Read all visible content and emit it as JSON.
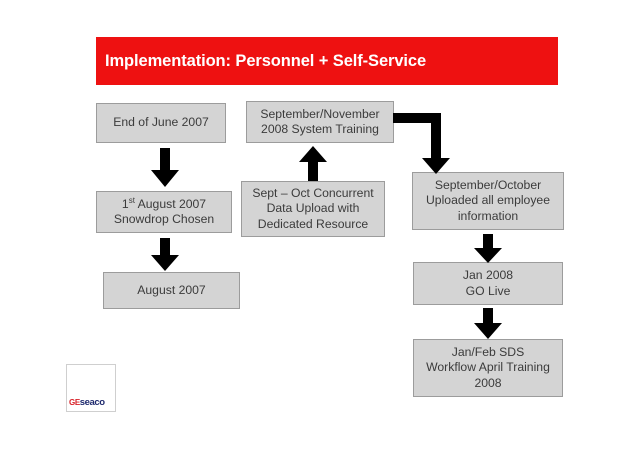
{
  "slide": {
    "background_color": "#ffffff",
    "title": {
      "text": "Implementation: Personnel + Self-Service",
      "banner_color": "#ee1111",
      "text_color": "#ffffff"
    },
    "logo": {
      "prefix": "GE",
      "prefix_color": "#d81f26",
      "name": "seaco",
      "name_color": "#1f2a6e"
    }
  },
  "diagram": {
    "type": "flowchart",
    "box_fill_color": "#d4d4d4",
    "box_border_color": "#9c9c9c",
    "box_text_color": "#3b3b3b",
    "arrow_color": "#000000",
    "nodes": [
      {
        "id": "end-of-june-2007",
        "lines": [
          "End of June 2007"
        ],
        "column": "left"
      },
      {
        "id": "september-november-2008-system-training",
        "lines": [
          "September/November",
          "2008 System Training"
        ],
        "column": "middle"
      },
      {
        "id": "1st-august-2007-snowdrop-chosen",
        "lines": [
          "1st August 2007",
          "Snowdrop Chosen"
        ],
        "superscript": "st",
        "column": "left"
      },
      {
        "id": "sept-oct-concurrent-data-upload",
        "lines": [
          "Sept – Oct Concurrent",
          "Data Upload with",
          "Dedicated Resource"
        ],
        "column": "middle"
      },
      {
        "id": "september-october-uploaded-all-employee-information",
        "lines": [
          "September/October",
          "Uploaded all employee",
          "information"
        ],
        "column": "right"
      },
      {
        "id": "august-2007",
        "lines": [
          "August 2007"
        ],
        "column": "left"
      },
      {
        "id": "jan-2008-go-live",
        "lines": [
          "Jan 2008",
          "GO Live"
        ],
        "column": "right"
      },
      {
        "id": "jan-feb-sds-workflow-april-training-2008",
        "lines": [
          "Jan/Feb SDS",
          "Workflow April Training",
          "2008"
        ],
        "column": "right"
      }
    ],
    "edges": [
      {
        "id": "end-of-june-to-snowdrop",
        "from": "end-of-june-2007",
        "to": "1st-august-2007-snowdrop-chosen",
        "direction": "down"
      },
      {
        "id": "snowdrop-to-august-2007",
        "from": "1st-august-2007-snowdrop-chosen",
        "to": "august-2007",
        "direction": "down"
      },
      {
        "id": "data-upload-to-system-training",
        "from": "sept-oct-concurrent-data-upload",
        "to": "september-november-2008-system-training",
        "direction": "up"
      },
      {
        "id": "system-training-to-uploaded-info",
        "from": "september-november-2008-system-training",
        "to": "september-october-uploaded-all-employee-information",
        "direction": "elbow-right-down"
      },
      {
        "id": "uploaded-info-to-go-live",
        "from": "september-october-uploaded-all-employee-information",
        "to": "jan-2008-go-live",
        "direction": "down"
      },
      {
        "id": "go-live-to-sds-workflow",
        "from": "jan-2008-go-live",
        "to": "jan-feb-sds-workflow-april-training-2008",
        "direction": "down"
      }
    ]
  }
}
